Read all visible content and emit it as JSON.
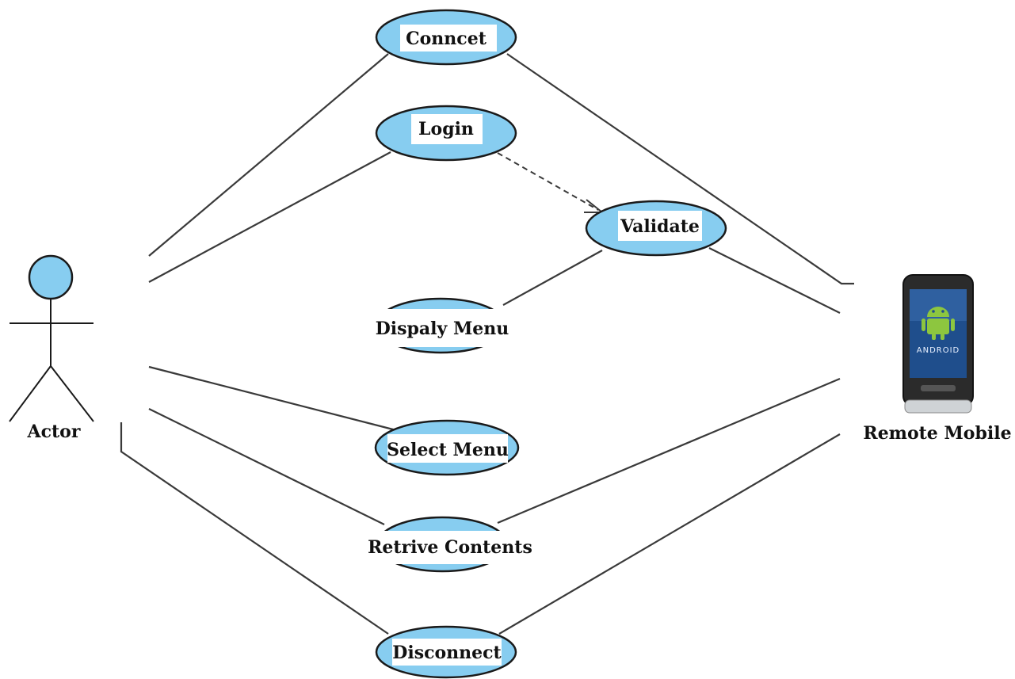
{
  "actors": {
    "left": {
      "label": "Actor"
    },
    "right": {
      "label": "Remote Mobile",
      "screen_text": "ANDROID"
    }
  },
  "use_cases": {
    "connect": "Conncet",
    "login": "Login",
    "validate": "Validate",
    "display_menu": "Dispaly Menu",
    "select_menu": "Select Menu",
    "retrieve_contents": "Retrive Contents",
    "disconnect": "Disconnect"
  },
  "relations": [
    {
      "from": "Actor",
      "to": "Conncet",
      "kind": "association"
    },
    {
      "from": "Actor",
      "to": "Login",
      "kind": "association"
    },
    {
      "from": "Actor",
      "to": "Select Menu",
      "kind": "association"
    },
    {
      "from": "Actor",
      "to": "Retrive Contents",
      "kind": "association"
    },
    {
      "from": "Actor",
      "to": "Disconnect",
      "kind": "association"
    },
    {
      "from": "Login",
      "to": "Validate",
      "kind": "dependency"
    },
    {
      "from": "Validate",
      "to": "Dispaly Menu",
      "kind": "association"
    },
    {
      "from": "Remote Mobile",
      "to": "Conncet",
      "kind": "association"
    },
    {
      "from": "Remote Mobile",
      "to": "Validate",
      "kind": "association"
    },
    {
      "from": "Remote Mobile",
      "to": "Retrive Contents",
      "kind": "association"
    },
    {
      "from": "Remote Mobile",
      "to": "Disconnect",
      "kind": "association"
    }
  ],
  "colors": {
    "use_case_fill": "#87cdf0",
    "outline": "#1a1a1a",
    "line": "#3a3a3a",
    "phone_body": "#2b2b2b",
    "phone_screen": "#1f4e8c",
    "android_green": "#8dc63f"
  }
}
